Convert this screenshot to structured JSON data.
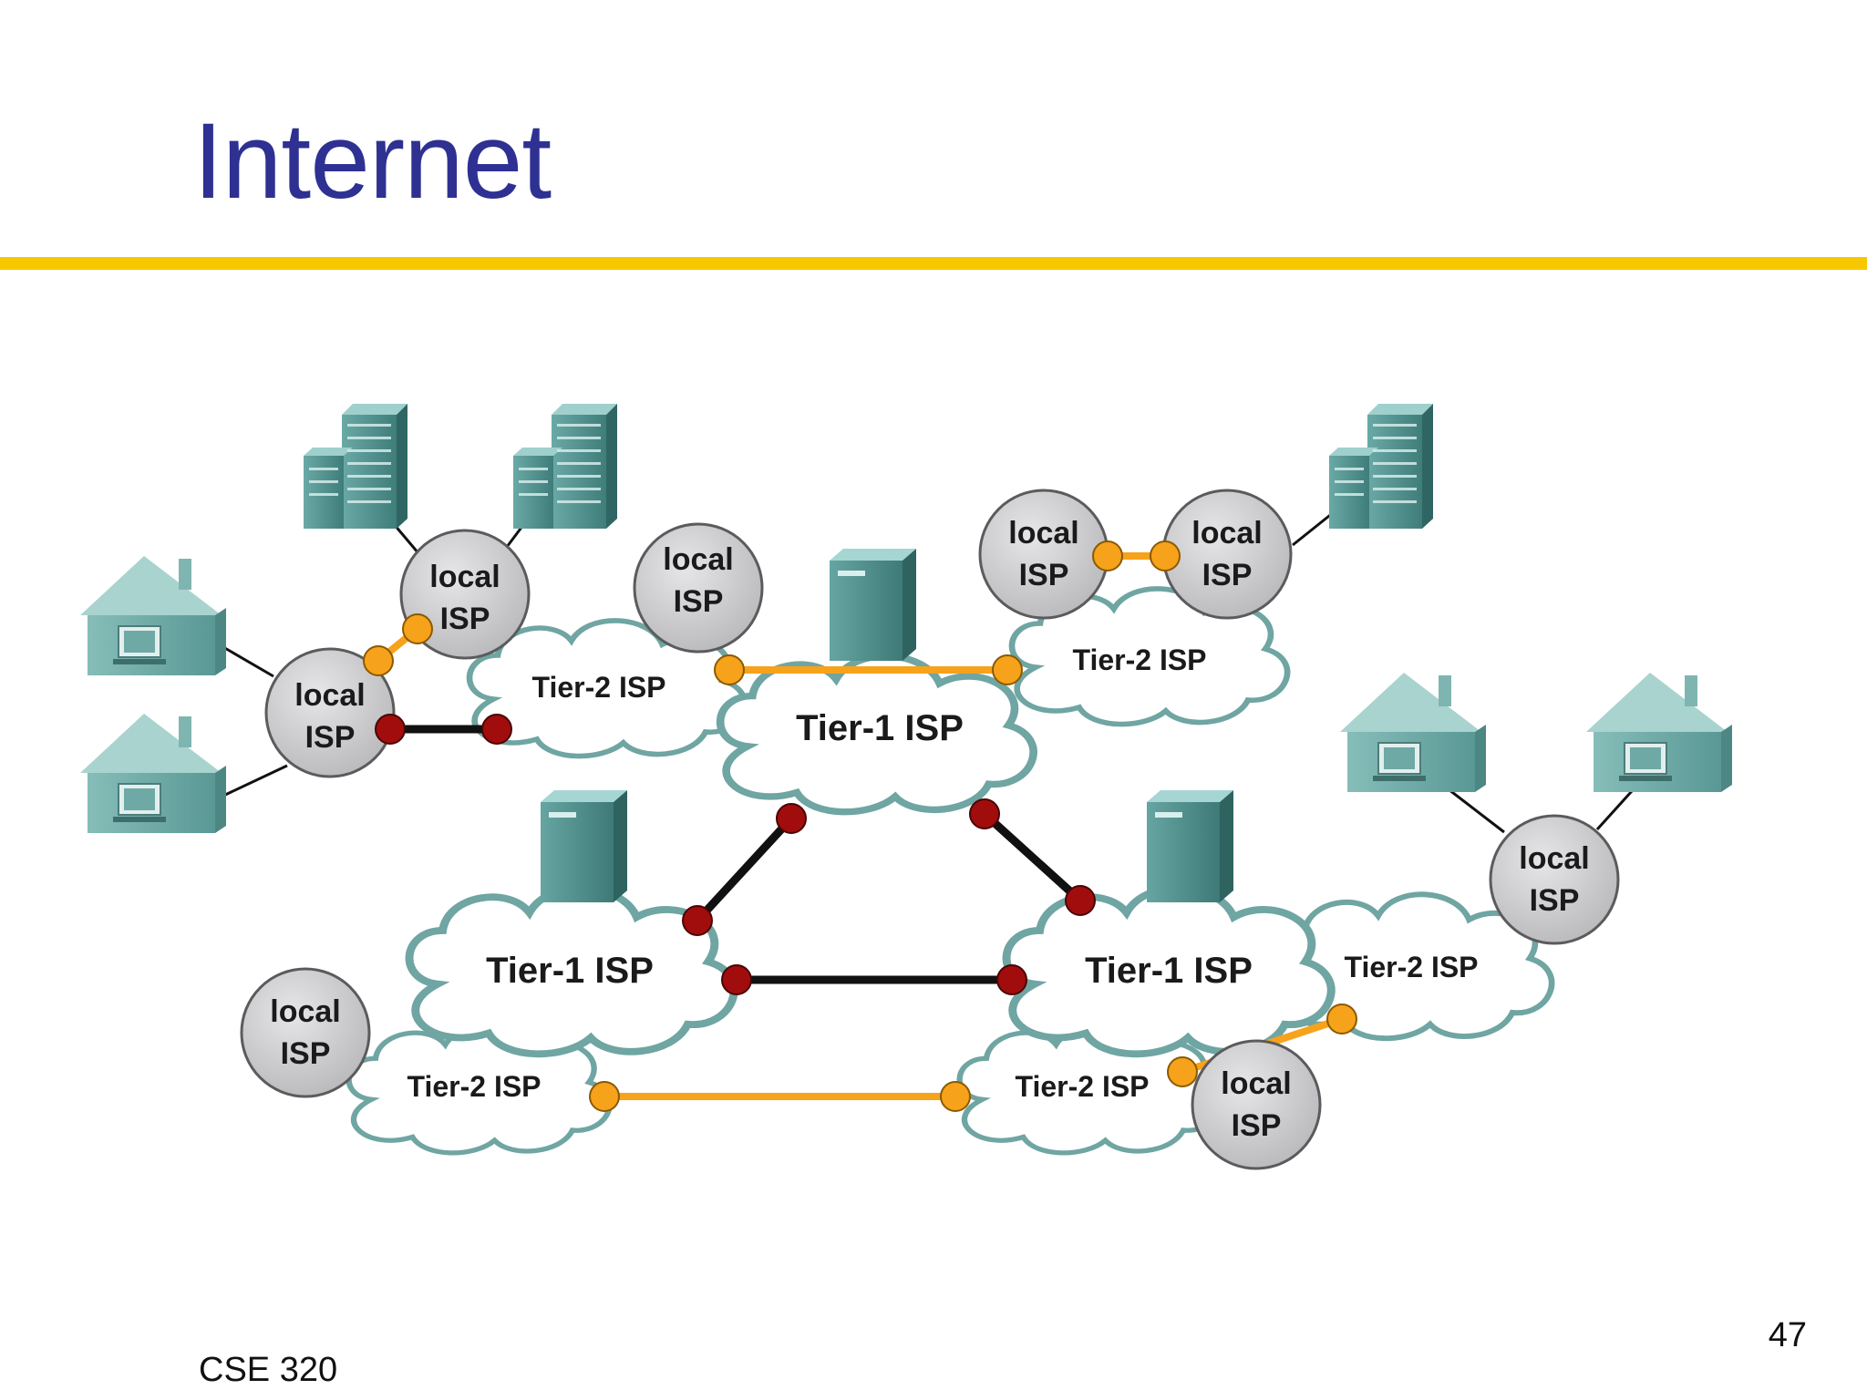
{
  "slide": {
    "title": "Internet",
    "course": "CSE 320",
    "page_number": "47"
  },
  "labels": {
    "tier1": "Tier-1 ISP",
    "tier2": "Tier-2 ISP",
    "local_line1": "local",
    "local_line2": "ISP"
  },
  "colors": {
    "title": "#2e3192",
    "rule": "#f7c800",
    "peering_link": "#f7a21b",
    "backbone_link": "#111111",
    "backbone_node": "#a10d0d",
    "peering_node": "#f7a21b",
    "cloud_outline": "#6fa5a2",
    "local_isp_fill": "#cfcfd1",
    "building": "#4e8f8c"
  },
  "icons": [
    "building-icon",
    "house-icon",
    "server-icon"
  ]
}
